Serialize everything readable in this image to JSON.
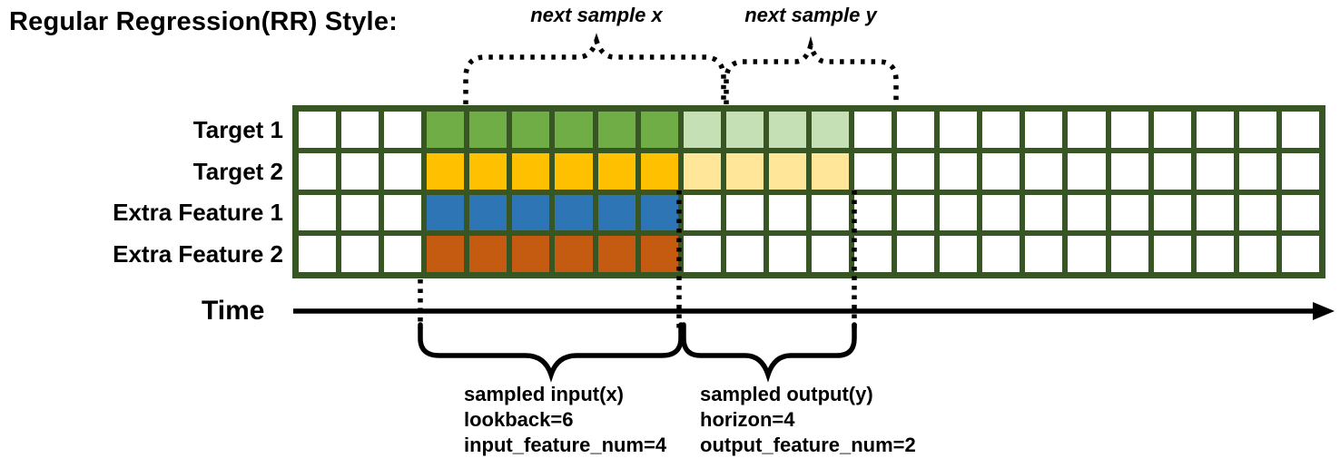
{
  "title": "Regular Regression(RR) Style:",
  "top_labels": {
    "next_sample_x": "next sample x",
    "next_sample_y": "next sample y"
  },
  "time_label": "Time",
  "grid": {
    "columns": 24,
    "lookback": 6,
    "horizon": 4,
    "input_feature_num": 4,
    "output_feature_num": 2,
    "input_col_start": 4,
    "input_col_end": 9,
    "output_col_start": 10,
    "output_col_end": 13,
    "rows": [
      {
        "label": "Target 1",
        "input_color": "#70AD47",
        "output_color": "#C5E0B4"
      },
      {
        "label": "Target 2",
        "input_color": "#FFC000",
        "output_color": "#FFE699"
      },
      {
        "label": "Extra Feature 1",
        "input_color": "#2E75B6",
        "output_color": null
      },
      {
        "label": "Extra Feature 2",
        "input_color": "#C55A11",
        "output_color": null
      }
    ]
  },
  "input_note": {
    "lines": [
      "sampled input(x)",
      "lookback=6",
      "input_feature_num=4"
    ]
  },
  "output_note": {
    "lines": [
      "sampled output(y)",
      "horizon=4",
      "output_feature_num=2"
    ]
  },
  "colors": {
    "grid_border": "#375623",
    "empty_cell": "#FFFFFF",
    "ink": "#000000"
  }
}
